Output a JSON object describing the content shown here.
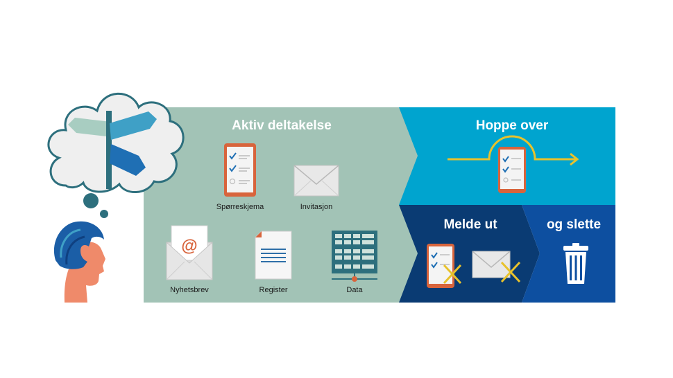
{
  "colors": {
    "active_bg": "#a2c3b6",
    "skip_bg": "#00a4cf",
    "optout_bg": "#0a3b73",
    "delete_bg": "#0d4fa0",
    "accent_orange": "#d8643c",
    "accent_yellow": "#e8c22c",
    "sign_blue": "#3fa0c6",
    "sign_dark": "#1f6fb4",
    "sign_light": "#a8cdc1",
    "cloud": "#efefef",
    "cloud_stroke": "#2d6f7d",
    "hair": "#1b5ea6",
    "skin": "#ef8a6a"
  },
  "sections": {
    "active": {
      "title": "Aktiv deltakelse",
      "items": [
        {
          "label": "Spørreskjema",
          "icon": "questionnaire-phone-icon"
        },
        {
          "label": "Invitasjon",
          "icon": "envelope-icon"
        },
        {
          "label": "Nyhetsbrev",
          "icon": "newsletter-envelope-icon"
        },
        {
          "label": "Register",
          "icon": "document-icon"
        },
        {
          "label": "Data",
          "icon": "server-icon"
        }
      ]
    },
    "skip": {
      "title": "Hoppe over"
    },
    "optout": {
      "title": "Melde ut"
    },
    "delete": {
      "title": "og slette"
    }
  }
}
